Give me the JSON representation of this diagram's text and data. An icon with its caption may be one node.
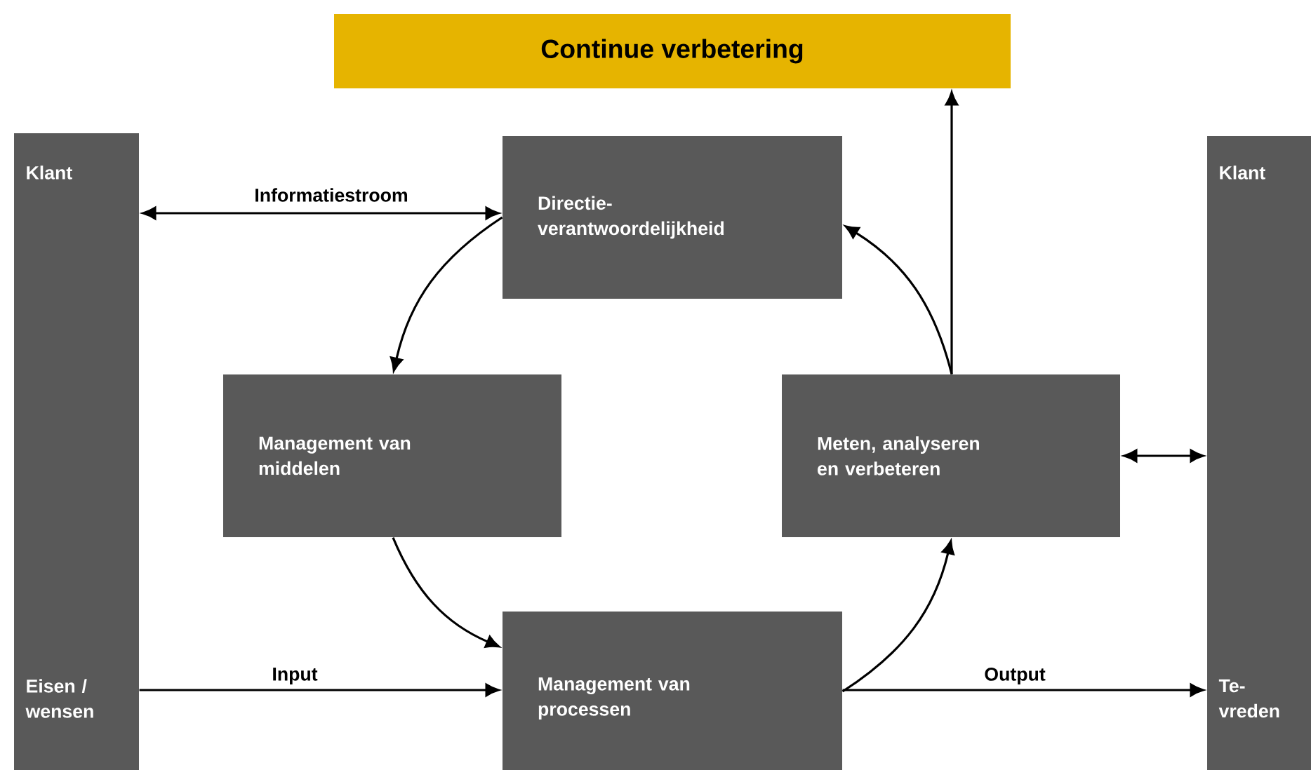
{
  "diagram": {
    "nodes": [
      {
        "text": [
          "Continue verbetering"
        ]
      },
      {
        "text": [
          "Klant",
          "Eisen / wensen"
        ]
      },
      {
        "text": [
          "Directie- verantwoordelijkheid"
        ]
      },
      {
        "text": [
          "Management van middelen"
        ]
      },
      {
        "text": [
          "Meten, analyseren en verbeteren"
        ]
      },
      {
        "text": [
          "Klant",
          "Te- vreden"
        ]
      },
      {
        "text": [
          "Management van processen"
        ]
      }
    ],
    "edges": [
      {
        "from": 1,
        "to": 2,
        "arrow": "both",
        "label": "Informatiestroom"
      },
      {
        "from": 2,
        "to": 3,
        "arrow": "to"
      },
      {
        "from": 3,
        "to": 6,
        "arrow": "to"
      },
      {
        "from": 6,
        "to": 4,
        "arrow": "to"
      },
      {
        "from": 4,
        "to": 2,
        "arrow": "to"
      },
      {
        "from": 4,
        "to": 0,
        "arrow": "to"
      },
      {
        "from": 1,
        "to": 6,
        "arrow": "to",
        "label": "Input"
      },
      {
        "from": 6,
        "to": 5,
        "arrow": "to",
        "label": "Output"
      },
      {
        "from": 4,
        "to": 5,
        "arrow": "both"
      }
    ]
  }
}
